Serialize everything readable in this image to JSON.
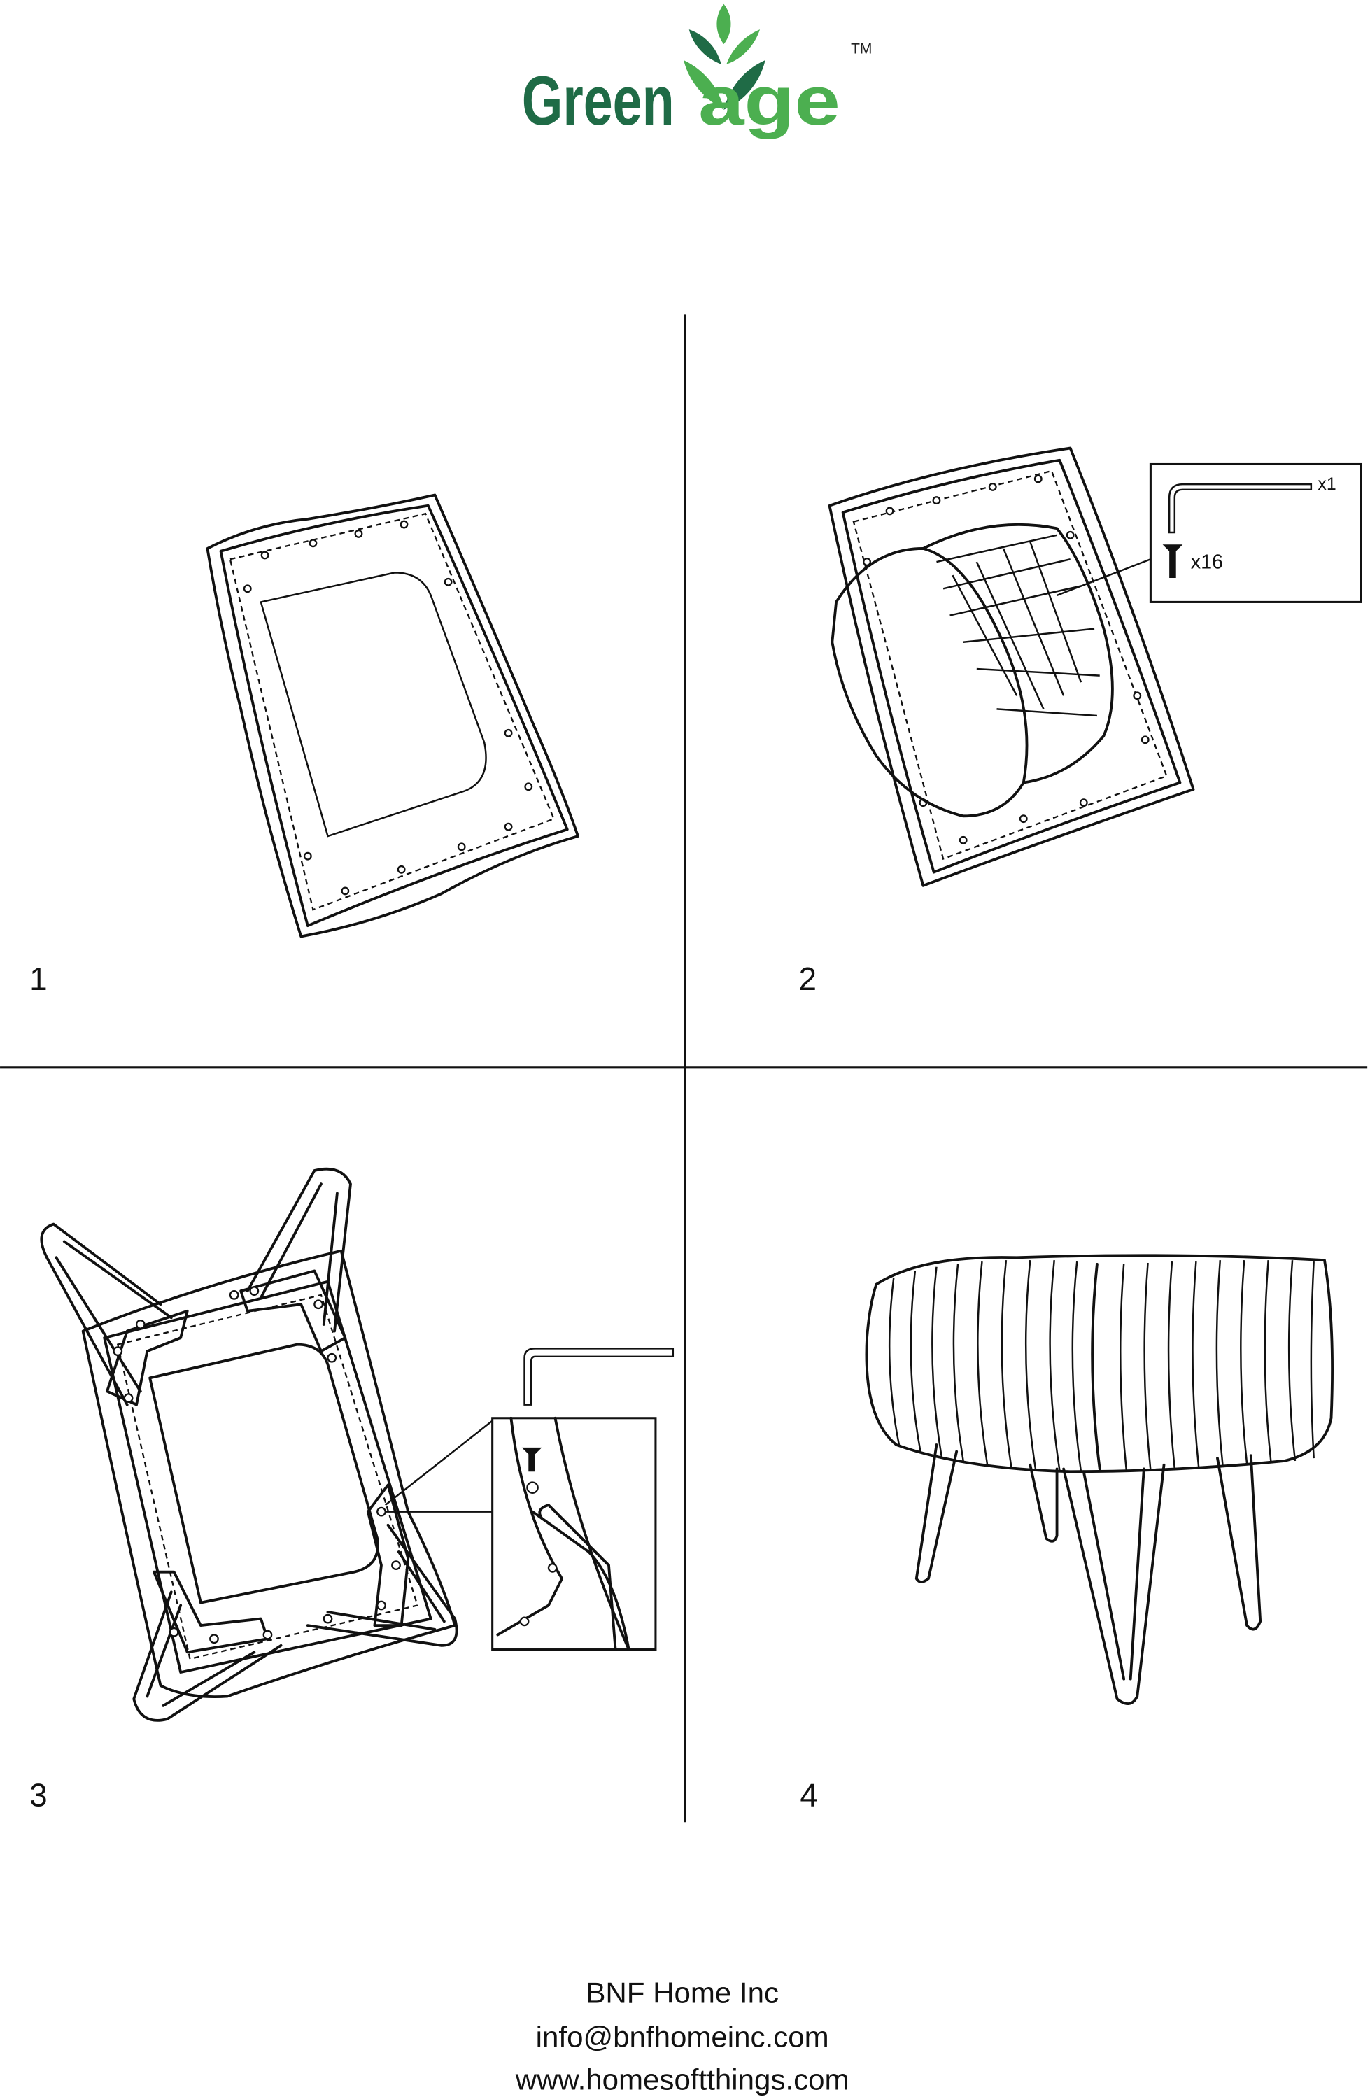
{
  "logo": {
    "word_dark": "Green",
    "word_light": "age",
    "trademark": "TM",
    "color_dark": "#1f6b46",
    "color_light": "#4caf50"
  },
  "steps": [
    {
      "number": "1"
    },
    {
      "number": "2",
      "parts": [
        {
          "name": "hex-key",
          "qty": "x1"
        },
        {
          "name": "screw",
          "qty": "x16"
        }
      ]
    },
    {
      "number": "3"
    },
    {
      "number": "4"
    }
  ],
  "footer": {
    "company": "BNF Home Inc",
    "email": "info@bnfhomeinc.com",
    "website": "www.homesoftthings.com"
  }
}
